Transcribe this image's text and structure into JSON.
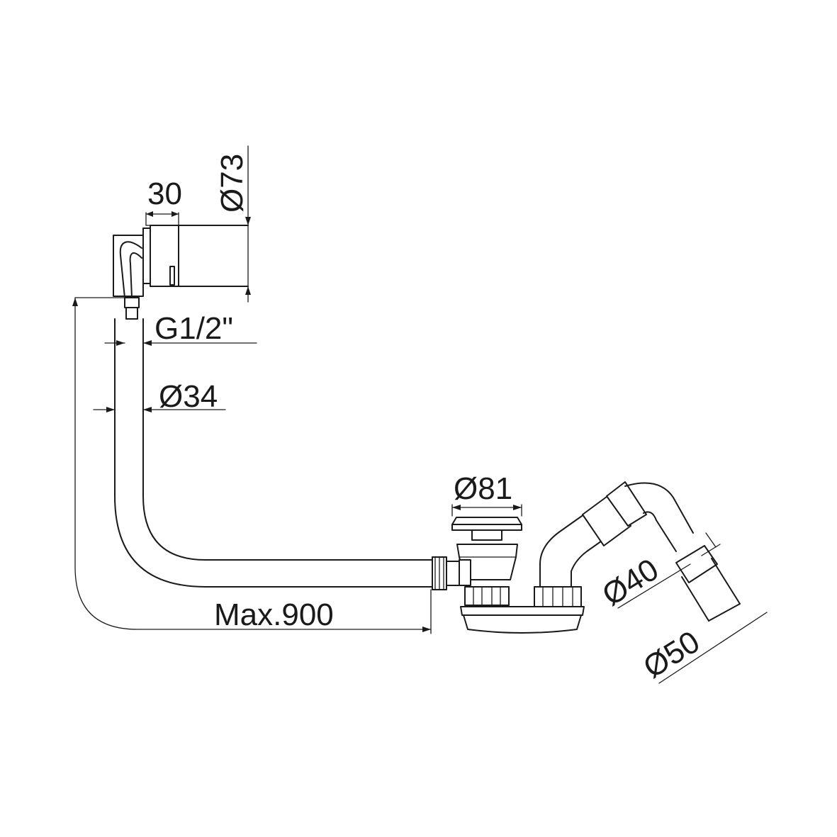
{
  "dimensions": {
    "overflow_depth": "30",
    "overflow_diameter": "Ø73",
    "thread": "G1/2\"",
    "hose_diameter": "Ø34",
    "length": "Max.900",
    "plug_diameter": "Ø81",
    "outlet_small": "Ø40",
    "outlet_large": "Ø50"
  }
}
